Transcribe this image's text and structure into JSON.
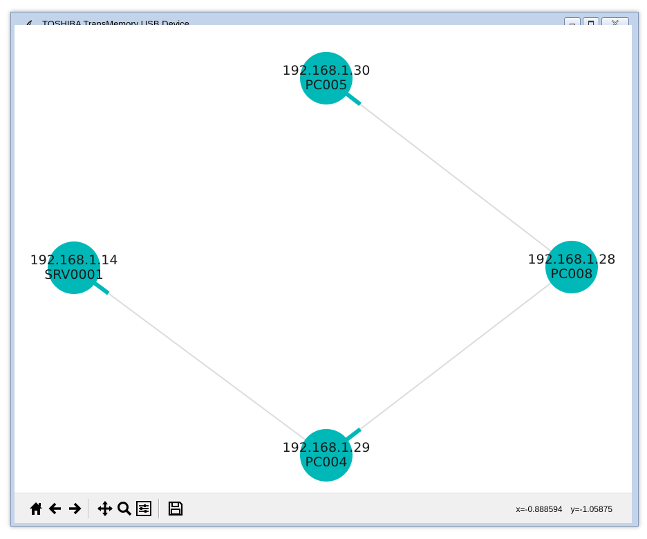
{
  "window": {
    "title": "TOSHIBA TransMemory USB Device"
  },
  "graph": {
    "node_color": "#00b8b8",
    "edge_color": "#dcdcdc",
    "nodes": [
      {
        "ip": "192.168.1.30",
        "name": "PC005"
      },
      {
        "ip": "192.168.1.14",
        "name": "SRV0001"
      },
      {
        "ip": "192.168.1.28",
        "name": "PC008"
      },
      {
        "ip": "192.168.1.29",
        "name": "PC004"
      }
    ]
  },
  "toolbar": {
    "buttons": [
      {
        "icon": "home-icon"
      },
      {
        "icon": "back-arrow-icon"
      },
      {
        "icon": "forward-arrow-icon"
      },
      {
        "icon": "pan-icon"
      },
      {
        "icon": "zoom-icon"
      },
      {
        "icon": "configure-subplots-icon"
      },
      {
        "icon": "save-icon"
      }
    ],
    "coords": {
      "x": "x=-0.888594",
      "y": "y=-1.05875"
    }
  }
}
